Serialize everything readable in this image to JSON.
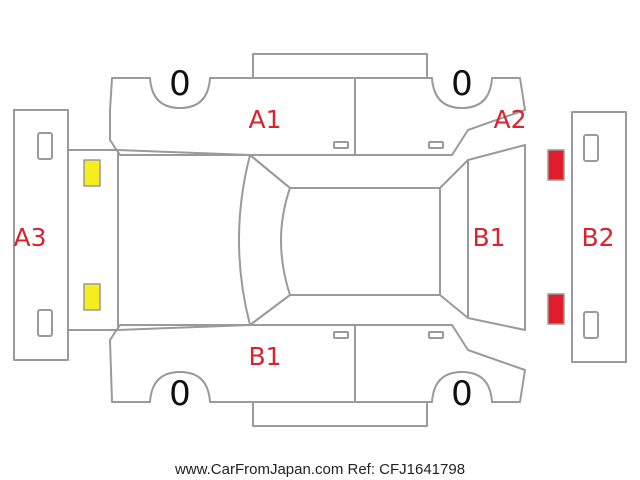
{
  "tires": {
    "front_left": "0",
    "rear_left": "0",
    "front_right": "0",
    "rear_right": "0"
  },
  "markers": {
    "left_front_door": "A1",
    "right_side_top": "A2",
    "front_bumper": "A3",
    "rear_panel": "B1",
    "left_rear_door": "B1",
    "rear_bumper": "B2"
  },
  "footer": {
    "credit": "www.CarFromJapan.com Ref: CFJ1641798"
  },
  "colors": {
    "outline": "#9a9a9a",
    "marker_text": "#d9232f",
    "front_lamp_fill": "#f5ee1e",
    "rear_lamp_fill": "#e01d28",
    "tire_text": "#111111"
  }
}
